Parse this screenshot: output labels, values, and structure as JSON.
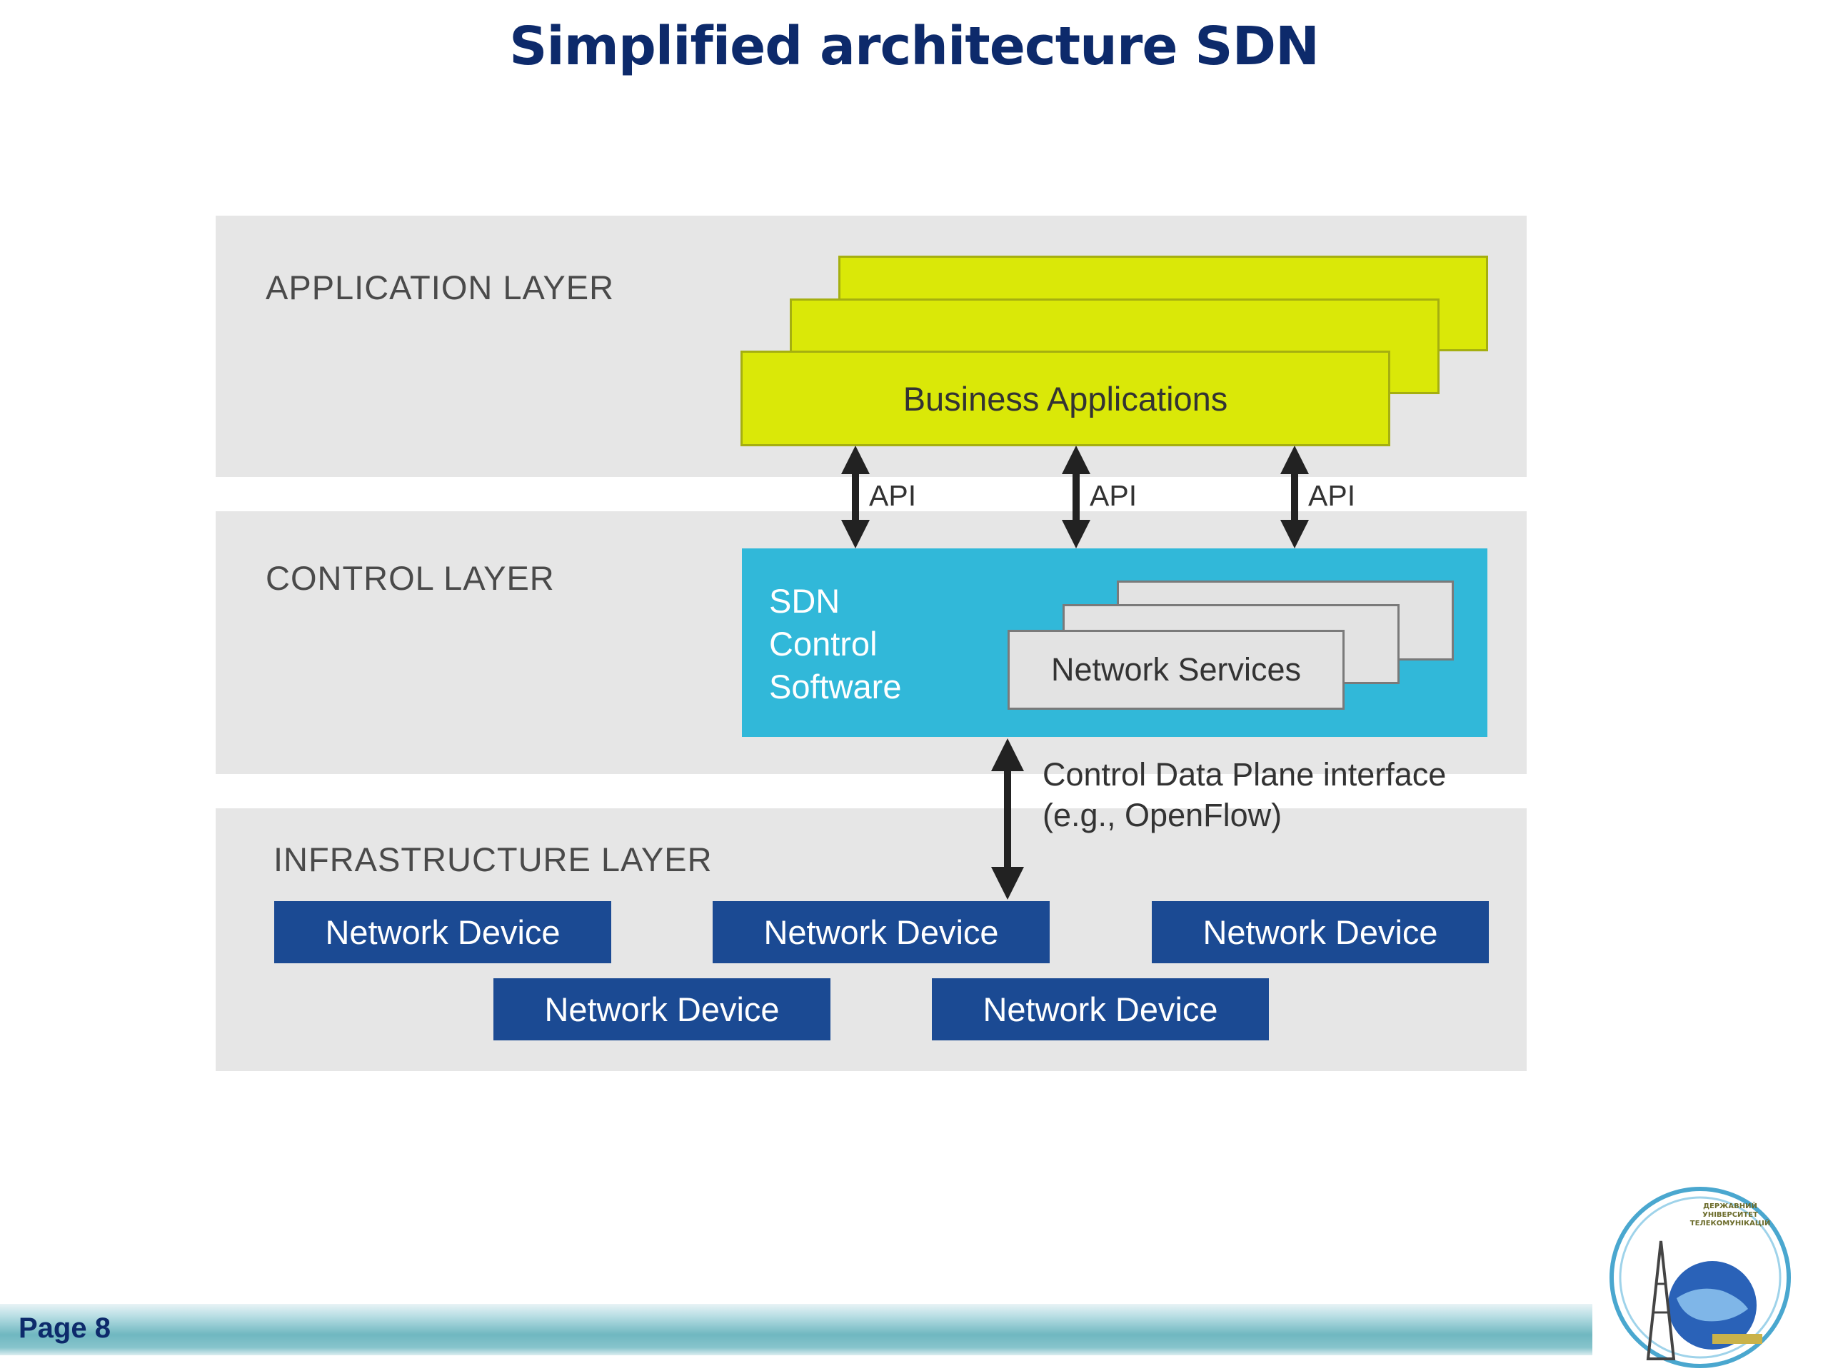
{
  "title": "Simplified architecture SDN",
  "layers": {
    "application": {
      "label": "APPLICATION LAYER"
    },
    "control": {
      "label": "CONTROL LAYER"
    },
    "infrastructure": {
      "label": "INFRASTRUCTURE LAYER"
    }
  },
  "business_applications": {
    "label": "Business Applications"
  },
  "api_labels": [
    "API",
    "API",
    "API"
  ],
  "sdn_control": {
    "label": "SDN\nControl\nSoftware"
  },
  "network_services": {
    "label": "Network Services"
  },
  "control_data_plane": {
    "label": "Control Data Plane interface\n(e.g., OpenFlow)"
  },
  "network_devices": [
    "Network Device",
    "Network Device",
    "Network Device",
    "Network Device",
    "Network Device"
  ],
  "footer": {
    "page_label": "Page 8"
  },
  "logo": {
    "text": "ДЕРЖАВНИЙ УНІВЕРСИТЕТ ТЕЛЕКОМУНІКАЦІЙ"
  },
  "colors": {
    "title": "#0d2a6b",
    "layer_bg": "#e6e6e6",
    "business_app": "#dae808",
    "sdn_control": "#31b8d9",
    "network_device": "#1b4a93",
    "network_services": "#e3e3e3"
  }
}
